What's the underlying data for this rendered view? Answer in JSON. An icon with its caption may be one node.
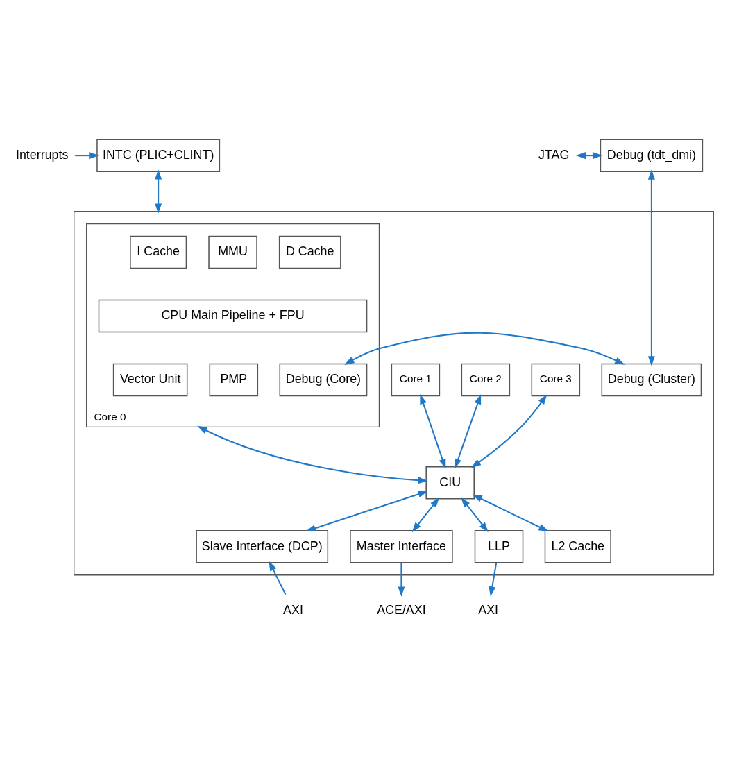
{
  "diagram": {
    "nodes": [
      {
        "text": [
          "Interrupts"
        ]
      },
      {
        "text": [
          "INTC (PLIC+CLINT)"
        ]
      },
      {
        "text": [
          "JTAG"
        ]
      },
      {
        "text": [
          "Debug (tdt_dmi)"
        ]
      },
      {
        "text": [],
        "shape": "box"
      },
      {
        "text": [
          "Core 0"
        ],
        "in": 4
      },
      {
        "text": [
          "I Cache"
        ],
        "in": 5
      },
      {
        "text": [
          "MMU"
        ],
        "in": 5
      },
      {
        "text": [
          "D Cache"
        ],
        "in": 5
      },
      {
        "text": [
          "CPU Main Pipeline + FPU"
        ],
        "in": 5
      },
      {
        "text": [
          "Vector Unit"
        ],
        "in": 5
      },
      {
        "text": [
          "PMP"
        ],
        "in": 5
      },
      {
        "text": [
          "Debug (Core)"
        ],
        "in": 5
      },
      {
        "text": [
          "Core 1"
        ],
        "in": 4
      },
      {
        "text": [
          "Core 2"
        ],
        "in": 4
      },
      {
        "text": [
          "Core 3"
        ],
        "in": 4
      },
      {
        "text": [
          "Debug (Cluster)"
        ],
        "in": 4
      },
      {
        "text": [
          "CIU"
        ],
        "in": 4
      },
      {
        "text": [
          "Slave Interface (DCP)"
        ],
        "in": 4
      },
      {
        "text": [
          "Master Interface"
        ],
        "in": 4
      },
      {
        "text": [
          "LLP"
        ],
        "in": 4
      },
      {
        "text": [
          "L2 Cache"
        ],
        "in": 4
      },
      {
        "text": [
          "AXI"
        ]
      },
      {
        "text": [
          "ACE/AXI"
        ]
      },
      {
        "text": [
          "AXI"
        ]
      }
    ],
    "edges": [
      {
        "from": 0,
        "to": 1,
        "arrow": "to"
      },
      {
        "from": 2,
        "to": 3,
        "arrow": "both"
      },
      {
        "from": 1,
        "to": 4,
        "arrow": "both"
      },
      {
        "from": 3,
        "to": 16,
        "arrow": "both"
      },
      {
        "from": 12,
        "to": 16,
        "arrow": "both"
      },
      {
        "from": 5,
        "to": 17,
        "arrow": "both"
      },
      {
        "from": 13,
        "to": 17,
        "arrow": "both"
      },
      {
        "from": 14,
        "to": 17,
        "arrow": "both"
      },
      {
        "from": 15,
        "to": 17,
        "arrow": "both"
      },
      {
        "from": 17,
        "to": 18,
        "arrow": "both"
      },
      {
        "from": 17,
        "to": 19,
        "arrow": "both"
      },
      {
        "from": 17,
        "to": 20,
        "arrow": "both"
      },
      {
        "from": 17,
        "to": 21,
        "arrow": "both"
      },
      {
        "from": 22,
        "to": 18,
        "arrow": "to"
      },
      {
        "from": 19,
        "to": 23,
        "arrow": "to"
      },
      {
        "from": 20,
        "to": 24,
        "arrow": "to"
      }
    ]
  }
}
